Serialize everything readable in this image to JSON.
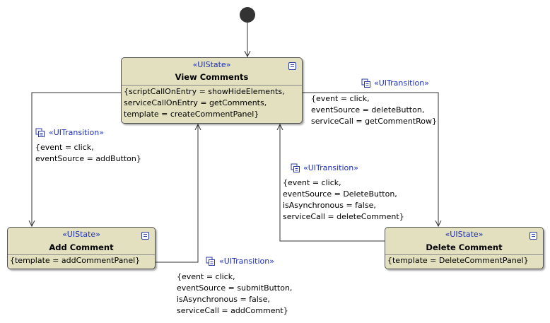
{
  "states": {
    "view_comments": {
      "stereotype": "«UIState»",
      "name": "View Comments",
      "tags": [
        "{scriptCallOnEntry = showHideElements,",
        "serviceCallOnEntry = getComments,",
        "template = createCommentPanel}"
      ]
    },
    "add_comment": {
      "stereotype": "«UIState»",
      "name": "Add Comment",
      "tags": [
        "{template = addCommentPanel}"
      ]
    },
    "delete_comment": {
      "stereotype": "«UIState»",
      "name": "Delete Comment",
      "tags": [
        "{template = DeleteCommentPanel}"
      ]
    }
  },
  "transitions": {
    "view_to_add": {
      "stereotype": "«UITransition»",
      "lines": [
        "{event = click,",
        "eventSource = addButton}"
      ]
    },
    "view_to_delete": {
      "stereotype": "«UITransition»",
      "lines": [
        "{event = click,",
        "eventSource = deleteButton,",
        "serviceCall = getCommentRow}"
      ]
    },
    "delete_to_view": {
      "stereotype": "«UITransition»",
      "lines": [
        "{event = click,",
        "eventSource = DeleteButton,",
        "isAsynchronous = false,",
        "serviceCall = deleteComment}"
      ]
    },
    "add_to_view": {
      "stereotype": "«UITransition»",
      "lines": [
        "{event = click,",
        "eventSource = submitButton,",
        "isAsynchronous = false,",
        "serviceCall = addComment}"
      ]
    }
  },
  "colors": {
    "state_fill": "#e2e0be",
    "stereotype_text": "#1c2fb8",
    "edge": "#333333"
  }
}
